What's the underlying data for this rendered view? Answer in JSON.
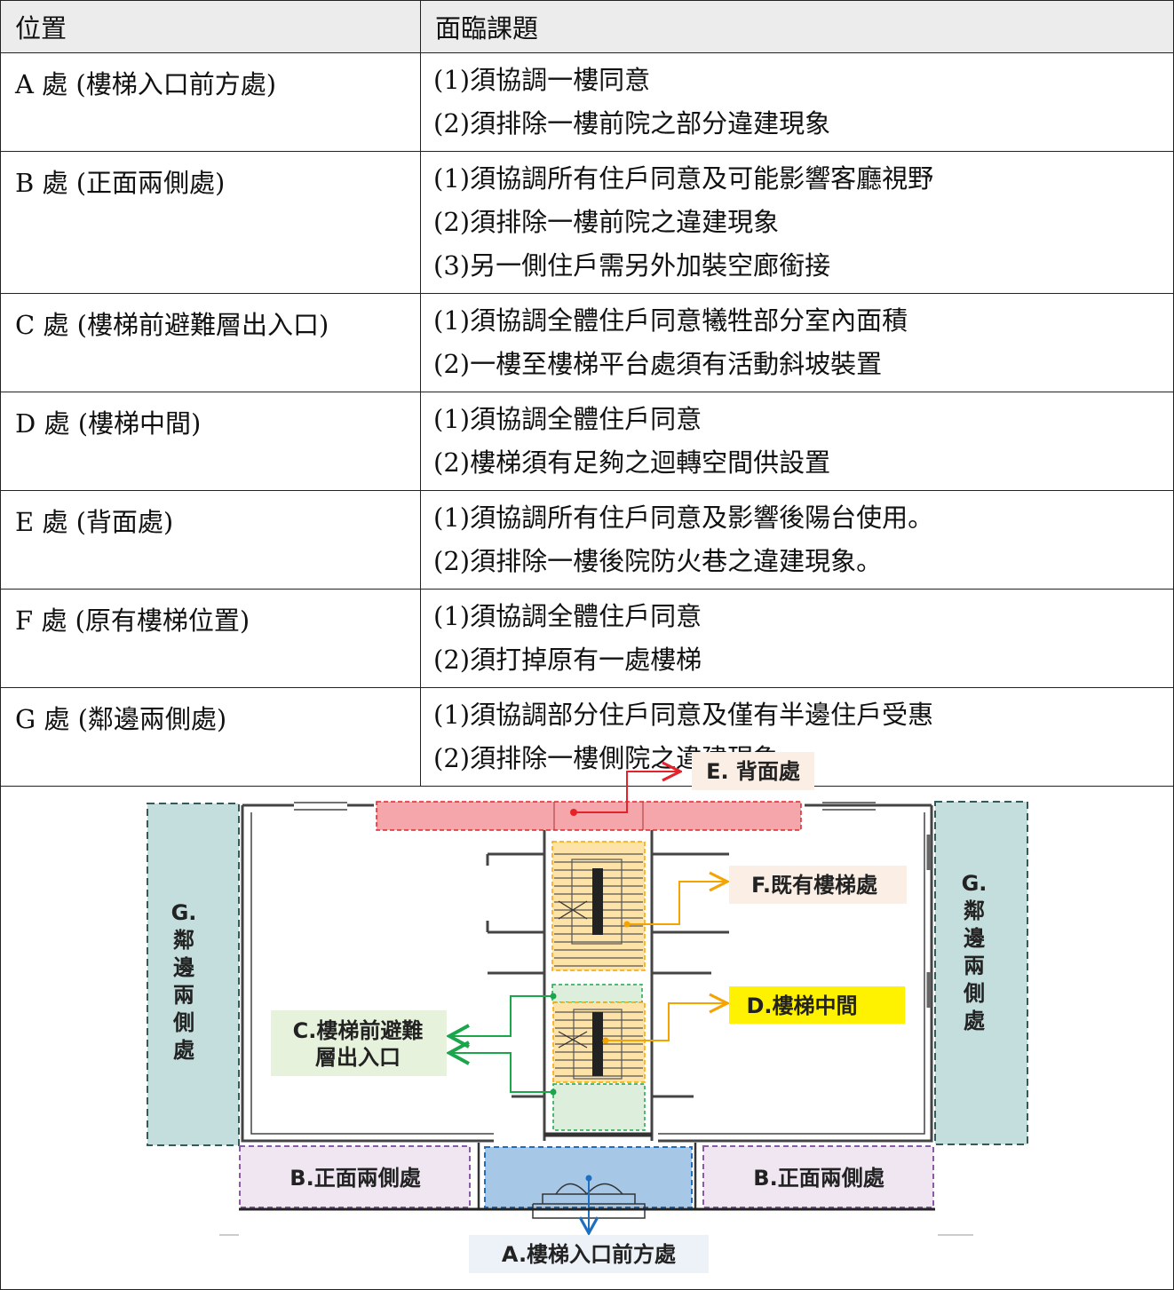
{
  "table": {
    "header": {
      "position": "位置",
      "issues": "面臨課題"
    },
    "rows": [
      {
        "position": "A 處  (樓梯入口前方處)",
        "issues": [
          "(1)須協調一樓同意",
          "(2)須排除一樓前院之部分違建現象"
        ]
      },
      {
        "position": "B 處  (正面兩側處)",
        "issues": [
          "(1)須協調所有住戶同意及可能影響客廳視野",
          "(2)須排除一樓前院之違建現象",
          "(3)另一側住戶需另外加裝空廊銜接"
        ]
      },
      {
        "position": "C 處  (樓梯前避難層出入口)",
        "issues": [
          "(1)須協調全體住戶同意犧牲部分室內面積",
          "(2)一樓至樓梯平台處須有活動斜坡裝置"
        ]
      },
      {
        "position": "D 處  (樓梯中間)",
        "issues": [
          "(1)須協調全體住戶同意",
          "(2)樓梯須有足夠之迴轉空間供設置"
        ]
      },
      {
        "position": "E 處  (背面處)",
        "issues": [
          "(1)須協調所有住戶同意及影響後陽台使用。",
          "(2)須排除一樓後院防火巷之違建現象。"
        ]
      },
      {
        "position": "F 處  (原有樓梯位置)",
        "issues": [
          "(1)須協調全體住戶同意",
          "(2)須打掉原有一處樓梯"
        ]
      },
      {
        "position": "G 處  (鄰邊兩側處)",
        "issues": [
          "(1)須協調部分住戶同意及僅有半邊住戶受惠",
          "(2)須排除一樓側院之違建現象"
        ]
      }
    ]
  },
  "diagram": {
    "labels": {
      "E": "E. 背面處",
      "F": "F.既有樓梯處",
      "D": "D.樓梯中間",
      "C_line1": "C.樓梯前避難",
      "C_line2": "層出入口",
      "B_left": "B.正面兩側處",
      "B_right": "B.正面兩側處",
      "A": "A.樓梯入口前方處",
      "G_chars": [
        "G.",
        "鄰",
        "邊",
        "兩",
        "側",
        "處"
      ]
    },
    "colors": {
      "E": "#f4a6ab",
      "E_line": "#e5222a",
      "F_line": "#f5a300",
      "stair_fill": "#fde3a8",
      "D_label_bg": "#fff200",
      "C": "#1aa64a",
      "C_label_bg": "#e6f2dc",
      "G": "#c4dedd",
      "G_border": "#355a5a",
      "B_border": "#8a5aa8",
      "B_bg": "#efe6f2",
      "A": "#a7c7e7",
      "A_border": "#1f6fbf",
      "A_label_bg": "#ecf2f8",
      "label_bg": "#fbeee4"
    }
  }
}
